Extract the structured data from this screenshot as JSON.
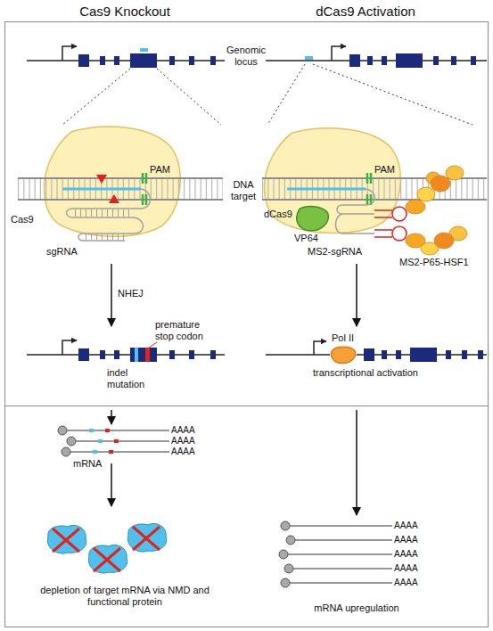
{
  "diagram": {
    "nodes": [
      {
        "text": [
          "Cas9"
        ]
      },
      {
        "text": [
          "dCas9"
        ]
      },
      {
        "text": [
          "VP64"
        ]
      },
      {
        "text": [
          "Pol II"
        ]
      }
    ],
    "labels": [
      "Cas9 Knockout",
      "dCas9 Activation",
      "Genomic locus",
      "PAM",
      "DNA target",
      "PAM",
      "sgRNA",
      "MS2-sgRNA",
      "MS2-P65-HSF1",
      "NHEJ",
      "premature stop codon",
      "indel mutation",
      "transcriptional activation",
      "AAAA",
      "AAAA",
      "AAAA",
      "mRNA",
      "AAAA",
      "AAAA",
      "AAAA",
      "AAAA",
      "AAAA",
      "depletion of target mRNA via NMD and functional protein",
      "mRNA upregulation"
    ]
  }
}
